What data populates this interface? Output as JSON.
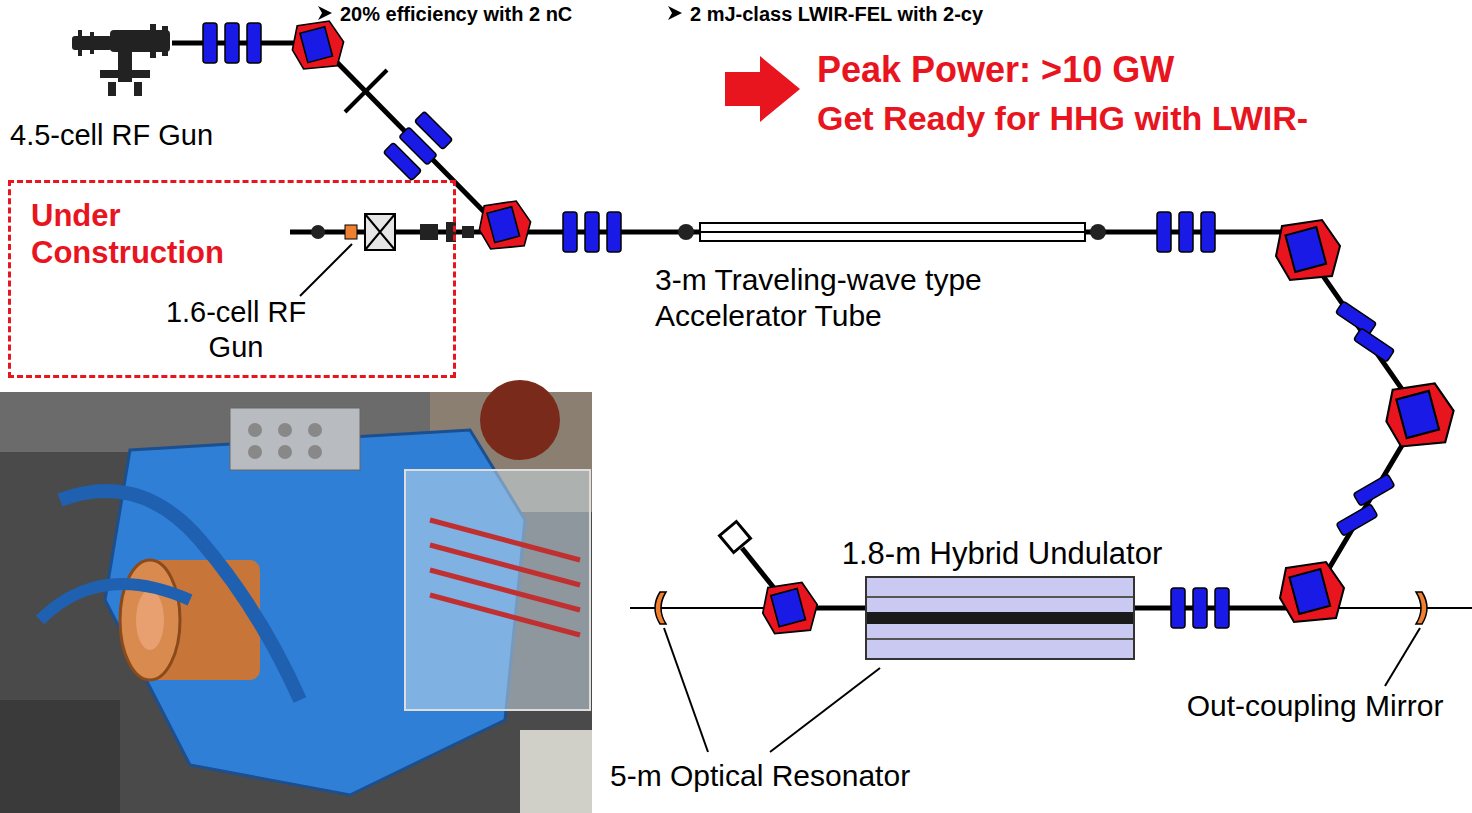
{
  "diagram": {
    "nodes": [
      {
        "text": [
          "Under Construction",
          "1.6-cell RF Gun"
        ]
      },
      {
        "text": [
          "1.8-m Hybrid Undulator"
        ]
      }
    ],
    "labels": [
      "20% efficiency with 2 nC",
      "2 mJ-class LWIR-FEL with 2-cy",
      "Peak Power: >10 GW",
      "Get Ready for HHG with LWIR-",
      "4.5-cell RF Gun",
      "3-m Traveling-wave type Accelerator Tube",
      "5-m Optical Resonator",
      "Out-coupling Mirror"
    ]
  }
}
